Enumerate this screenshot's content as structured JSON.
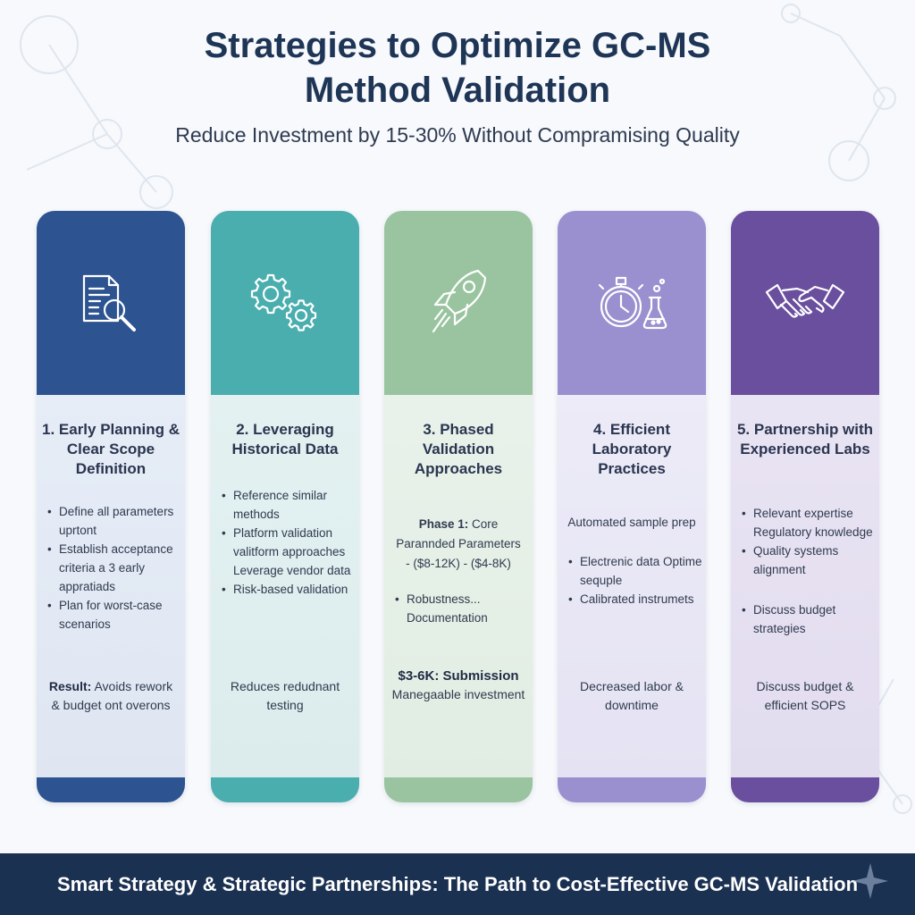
{
  "header": {
    "title": "Strategies to Optimize GC-MS\nMethod Validation",
    "subtitle": "Reduce Investment by 15-30% Without Compramising Quality"
  },
  "colors": {
    "card1": "#2d5490",
    "card2": "#4aaeae",
    "card3": "#99c49f",
    "card4": "#9a8fcf",
    "card5": "#6a4f9e",
    "footer": "#1b3152"
  },
  "cards": [
    {
      "icon": "document-search-icon",
      "title": "1. Early Planning & Clear Scope Definition",
      "bullets": [
        "Define all parameters uprtont",
        "Establish acceptance criteria a 3 early appratiads",
        "Plan for worst-case scenarios"
      ],
      "result_label": "Result:",
      "result_text": "Avoids rework & budget ont overons"
    },
    {
      "icon": "gears-icon",
      "title": "2. Leveraging Historical Data",
      "bullets": [
        "Reference similar methods",
        "Platform validation valitform approaches Leverage vendor data",
        "Risk-based validation"
      ],
      "result_text": "Reduces redudnant testing"
    },
    {
      "icon": "rocket-icon",
      "title": "3. Phased Validation Approaches",
      "phase_label": "Phase 1:",
      "phase_text": "Core",
      "phase_line2": "Parannded Parameters",
      "phase_line3": "- ($8-12K) - ($4-8K)",
      "bullets": [
        "Robustness... Documentation"
      ],
      "result_label": "$3-6K: Submission",
      "result_text": "Manegaable investment"
    },
    {
      "icon": "stopwatch-flask-icon",
      "title": "4. Efficient Laboratory Practices",
      "intro": "Automated sample prep",
      "bullets": [
        "Electrenic data Optime sequple",
        "Calibrated instrumets"
      ],
      "result_text": "Decreased labor & downtime"
    },
    {
      "icon": "handshake-icon",
      "title": "5. Partnership with Experienced Labs",
      "bullets": [
        "Relevant expertise Regulatory knowledge",
        "Quality systems alignment",
        "Discuss budget strategies"
      ],
      "result_text": "Discuss budget & efficient SOPS"
    }
  ],
  "footer": {
    "text": "Smart Strategy & Strategic Partnerships: The Path to Cost-Effective GC-MS Validation"
  }
}
